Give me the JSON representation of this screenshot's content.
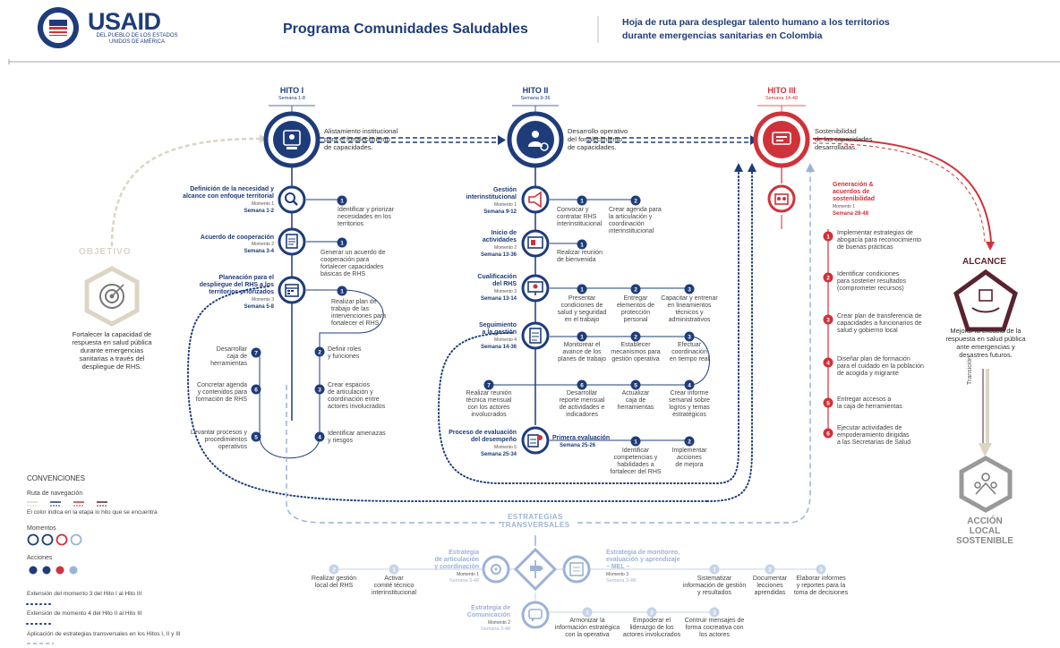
{
  "header": {
    "logo_word": "USAID",
    "logo_sub": "DEL PUEBLO DE LOS ESTADOS\nUNIDOS DE AMÉRICA",
    "program_title": "Programa Comunidades Saludables",
    "roadmap_title": "Hoja de ruta para desplegar talento humano a los territorios\ndurante emergencias sanitarias en Colombia"
  },
  "colors": {
    "navy": "#1f3c7a",
    "red": "#d0323a",
    "light_blue": "#9cb3d6",
    "beige": "#dcd5c4",
    "dark_red": "#5a2330"
  },
  "milestones": {
    "hito1": {
      "title": "HITO I",
      "weeks": "Semana 1-8",
      "text": "Alistamiento institucional\npara el fortalecimiento\nde capacidades."
    },
    "hito2": {
      "title": "HITO II",
      "weeks": "Semana 9-36",
      "text": "Desarrollo operativo\ndel fortalecimiento\nde capacidades."
    },
    "hito3": {
      "title": "HITO III",
      "weeks": "Semana 14-48",
      "text": "Sostenibilidad\nde las capacidades\ndesarrolladas."
    }
  },
  "objective": {
    "label": "OBJETIVO",
    "text": "Fortalecer la capacidad de\nrespuesta en salud pública\ndurante emergencias\nsanitarias a través del\ndespliegue de RHS."
  },
  "hito1_moments": [
    {
      "title": "Definición de la necesidad y\nalcance con enfoque territorial",
      "moment": "Momento 1",
      "weeks": "Semana 1-2",
      "icon": "magnifier-icon"
    },
    {
      "title": "Acuerdo de cooperación",
      "moment": "Momento 2",
      "weeks": "Semana 3-4",
      "icon": "document-icon"
    },
    {
      "title": "Planeación para el\ndespliegue del RHS a los\nterritorios priorizados",
      "moment": "Momento 3",
      "weeks": "Semana 5-8",
      "icon": "calendar-icon"
    }
  ],
  "hito1_actions": {
    "m1": {
      "n": "1",
      "text": "Identificar y priorizar\nnecesidades en los\nterritorios"
    },
    "m2": {
      "n": "1",
      "text": "Generar un acuerdo de\ncooperación para\nfortalecer capacidades\nbásicas de RHS"
    },
    "m3": [
      {
        "n": "1",
        "text": "Realizar plan de\ntrabajo de las\nintervenciones para\nfortalecer el RHS"
      },
      {
        "n": "2",
        "text": "Definir roles\ny funciones"
      },
      {
        "n": "3",
        "text": "Crear espacios\nde articulación y\ncoordinación entre\nactores involucrados"
      },
      {
        "n": "4",
        "text": "Identificar amenazas\ny riesgos"
      },
      {
        "n": "5",
        "text": "Levantar procesos y\nprocedimientos\noperativos"
      },
      {
        "n": "6",
        "text": "Concretar agenda\ny contenidos para\nformación de RHS"
      },
      {
        "n": "7",
        "text": "Desarrollar\ncaja de\nherramientas"
      }
    ]
  },
  "hito2_moments": [
    {
      "title": "Gestión\ninterinstitucional",
      "moment": "Momento 1",
      "weeks": "Semana 9-12",
      "icon": "megaphone-icon"
    },
    {
      "title": "Inicio de\nactividades",
      "moment": "Momento 2",
      "weeks": "Semana 13-36",
      "icon": "board-icon"
    },
    {
      "title": "Cualificación\ndel RHS",
      "moment": "Momento 3",
      "weeks": "Semana 13-14",
      "icon": "presentation-icon"
    },
    {
      "title": "Seguimiento\na la gestión",
      "moment": "Momento 4",
      "weeks": "Semana 14-36",
      "icon": "checklist-icon"
    },
    {
      "title": "Proceso de evaluación\ndel desempeño",
      "moment": "Momento 5",
      "weeks": "Semana 25-34",
      "icon": "evaluation-icon"
    }
  ],
  "hito2_actions": {
    "m1": [
      {
        "n": "1",
        "text": "Convocar y\ncontratar RHS\ninterinstitucional"
      },
      {
        "n": "2",
        "text": "Crear agenda para\nla articulación y\ncoordinación\ninterinstitucional"
      }
    ],
    "m2": [
      {
        "n": "1",
        "text": "Realizar reunión\nde bienvenida"
      }
    ],
    "m3": [
      {
        "n": "1",
        "text": "Presentar\ncondiciones de\nsalud y seguridad\nen el trabajo"
      },
      {
        "n": "2",
        "text": "Entregar\nelementos de\nprotección\npersonal"
      },
      {
        "n": "3",
        "text": "Capacitar y entrenar\nen lineamientos\ntécnicos y\nadministrativos"
      }
    ],
    "m4": [
      {
        "n": "1",
        "text": "Monitorear el\navance de los\nplanes de trabajo"
      },
      {
        "n": "2",
        "text": "Establecer\nmecanismos para\ngestión operativa"
      },
      {
        "n": "3",
        "text": "Efectuar\ncoordinación\nen tiempo real"
      },
      {
        "n": "4",
        "text": "Crear informe\nsemanal sobre\nlogros y temas\nestratégicos"
      },
      {
        "n": "5",
        "text": "Actualizar\ncaja de\nherramientas"
      },
      {
        "n": "6",
        "text": "Desarrollar\nreporte mensual\nde actividades e\nindicadores"
      },
      {
        "n": "7",
        "text": "Realizar reunión\ntécnica mensual\ncon los actores\ninvolucrados"
      }
    ],
    "m5_sub": {
      "title": "Primera evaluación",
      "weeks": "Semana 25-26"
    },
    "m5": [
      {
        "n": "1",
        "text": "Identificar\ncompetencias y\nhabilidades a\nfortalecer del RHS"
      },
      {
        "n": "2",
        "text": "Implementar\nacciones\nde mejora"
      }
    ]
  },
  "hito3_moment": {
    "title": "Generación &\nacuerdos de\nsostenibilidad",
    "moment": "Momento 1",
    "weeks": "Semana 28-48",
    "icon": "handshake-icon"
  },
  "hito3_actions": [
    {
      "n": "1",
      "text": "Implementar estrategias de\nabogacía para reconocimiento\nde buenas prácticas"
    },
    {
      "n": "2",
      "text": "Identificar condiciones\npara sostener resultados\n(comprometer recursos)"
    },
    {
      "n": "3",
      "text": "Crear plan de transferencia de\ncapacidades a funcionarios de\nsalud y gobierno local"
    },
    {
      "n": "4",
      "text": "Diseñar plan de formación\npara el cuidado en la población\nde acogida y migrante"
    },
    {
      "n": "5",
      "text": "Entregar accesos a\nla caja de herramientas"
    },
    {
      "n": "6",
      "text": "Ejecutar actividades de\nempoderamiento dirigidas\na las Secretarías de Salud"
    }
  ],
  "alcance": {
    "label": "ALCANCE",
    "text": "Mejorar la eficacia de la\nrespuesta en salud pública\nante emergencias y\ndesastres futuros.",
    "transition": "Transición",
    "accion": "ACCIÓN\nLOCAL\nSOSTENIBLE"
  },
  "transversal": {
    "label": "ESTRATEGIAS\nTRANSVERSALES",
    "articulacion": {
      "title": "Estrategia\nde articulación\ny coordinación",
      "moment": "Momento 1",
      "weeks": "Semana 3-48"
    },
    "articulacion_actions": [
      {
        "n": "1",
        "text": "Activar\ncomité técnico\ninterinstitucional"
      },
      {
        "n": "2",
        "text": "Realizar gestión\nlocal del RHS"
      }
    ],
    "monitoreo": {
      "title": "Estrategia de monitoreo,\nevaluación y aprendizaje\n– MEL –",
      "moment": "Momento 3",
      "weeks": "Semana 3-48"
    },
    "monitoreo_actions": [
      {
        "n": "1",
        "text": "Sistematizar\ninformación de gestión\ny resultados"
      },
      {
        "n": "2",
        "text": "Documentar\nlecciones\naprendidas"
      },
      {
        "n": "3",
        "text": "Elaborar informes\ny reportes para la\ntoma de decisiones"
      }
    ],
    "comunicacion": {
      "title": "Estrategia de\nComunicación",
      "moment": "Momento 2",
      "weeks": "Semana 3-48"
    },
    "comunicacion_actions": [
      {
        "n": "1",
        "text": "Armonizar la\ninformación estratégica\ncon la operativa"
      },
      {
        "n": "2",
        "text": "Empoderar el\nliderazgo de los\nactores involucrados"
      },
      {
        "n": "3",
        "text": "Contruir mensajes de\nforma cocreativa con\nlos actores"
      }
    ]
  },
  "legend": {
    "title": "CONVENCIONES",
    "route": "Ruta de navegación",
    "route_note": "El color indica en la etapa lo hito que se encuentra",
    "moments": "Momentos",
    "actions": "Acciones",
    "ext1": "Extensión del momento 3 del Hito I al Hito III",
    "ext2": "Extensión de momento 4 del Hito II al Hito III",
    "ext3": "Aplicación de estrategias transversales en los Hitos I, II y III"
  }
}
